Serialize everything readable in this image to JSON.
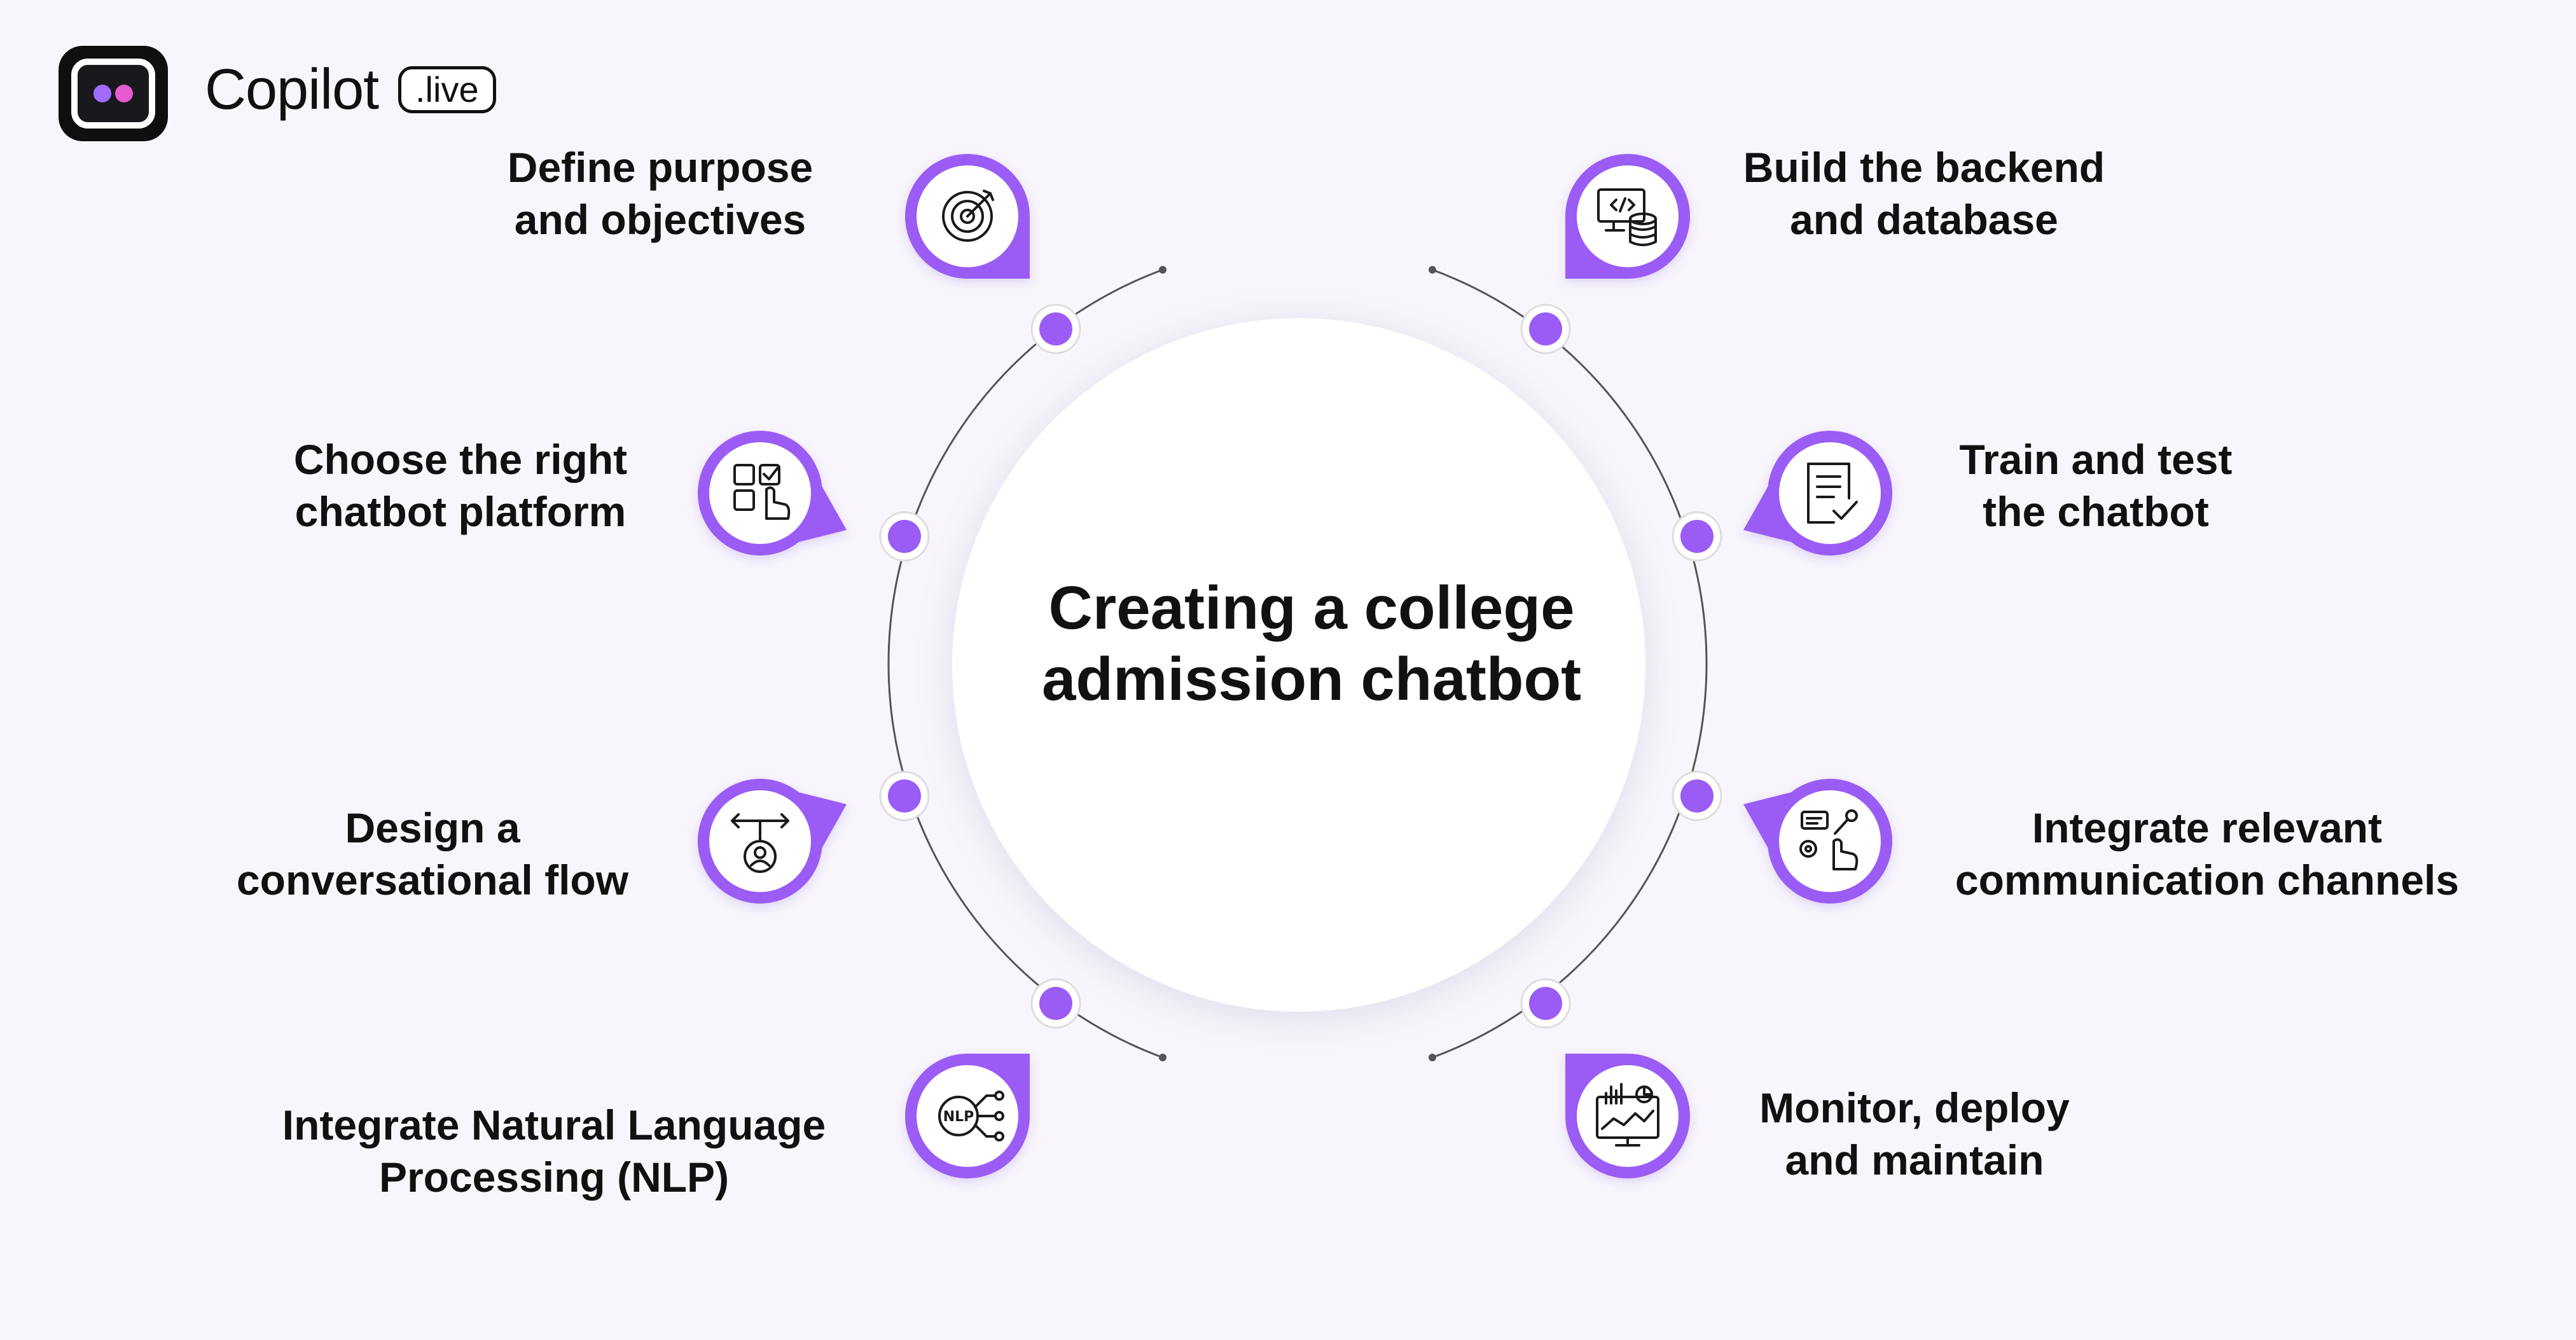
{
  "brand": {
    "name": "Copilot",
    "badge": ".live",
    "colors": {
      "logo_bg": "#0f0f12",
      "dot_left": "#a26bff",
      "dot_right": "#e85ad0"
    }
  },
  "title_line1": "Creating a college",
  "title_line2": "admission chatbot",
  "accent_color": "#9a5cf5",
  "steps": [
    {
      "line1": "Define purpose",
      "line2": "and objectives",
      "icon": "target-icon"
    },
    {
      "line1": "Choose the right",
      "line2": "chatbot platform",
      "icon": "platform-select-icon"
    },
    {
      "line1": "Design a",
      "line2": "conversational flow",
      "icon": "flow-icon"
    },
    {
      "line1": "Integrate Natural Language",
      "line2": "Processing (NLP)",
      "icon": "nlp-icon"
    },
    {
      "line1": "Build the backend",
      "line2": "and database",
      "icon": "backend-database-icon"
    },
    {
      "line1": "Train and test",
      "line2": "the chatbot",
      "icon": "checklist-document-icon"
    },
    {
      "line1": "Integrate relevant",
      "line2": "communication channels",
      "icon": "channels-icon"
    },
    {
      "line1": "Monitor, deploy",
      "line2": "and maintain",
      "icon": "monitor-dashboard-icon"
    }
  ]
}
